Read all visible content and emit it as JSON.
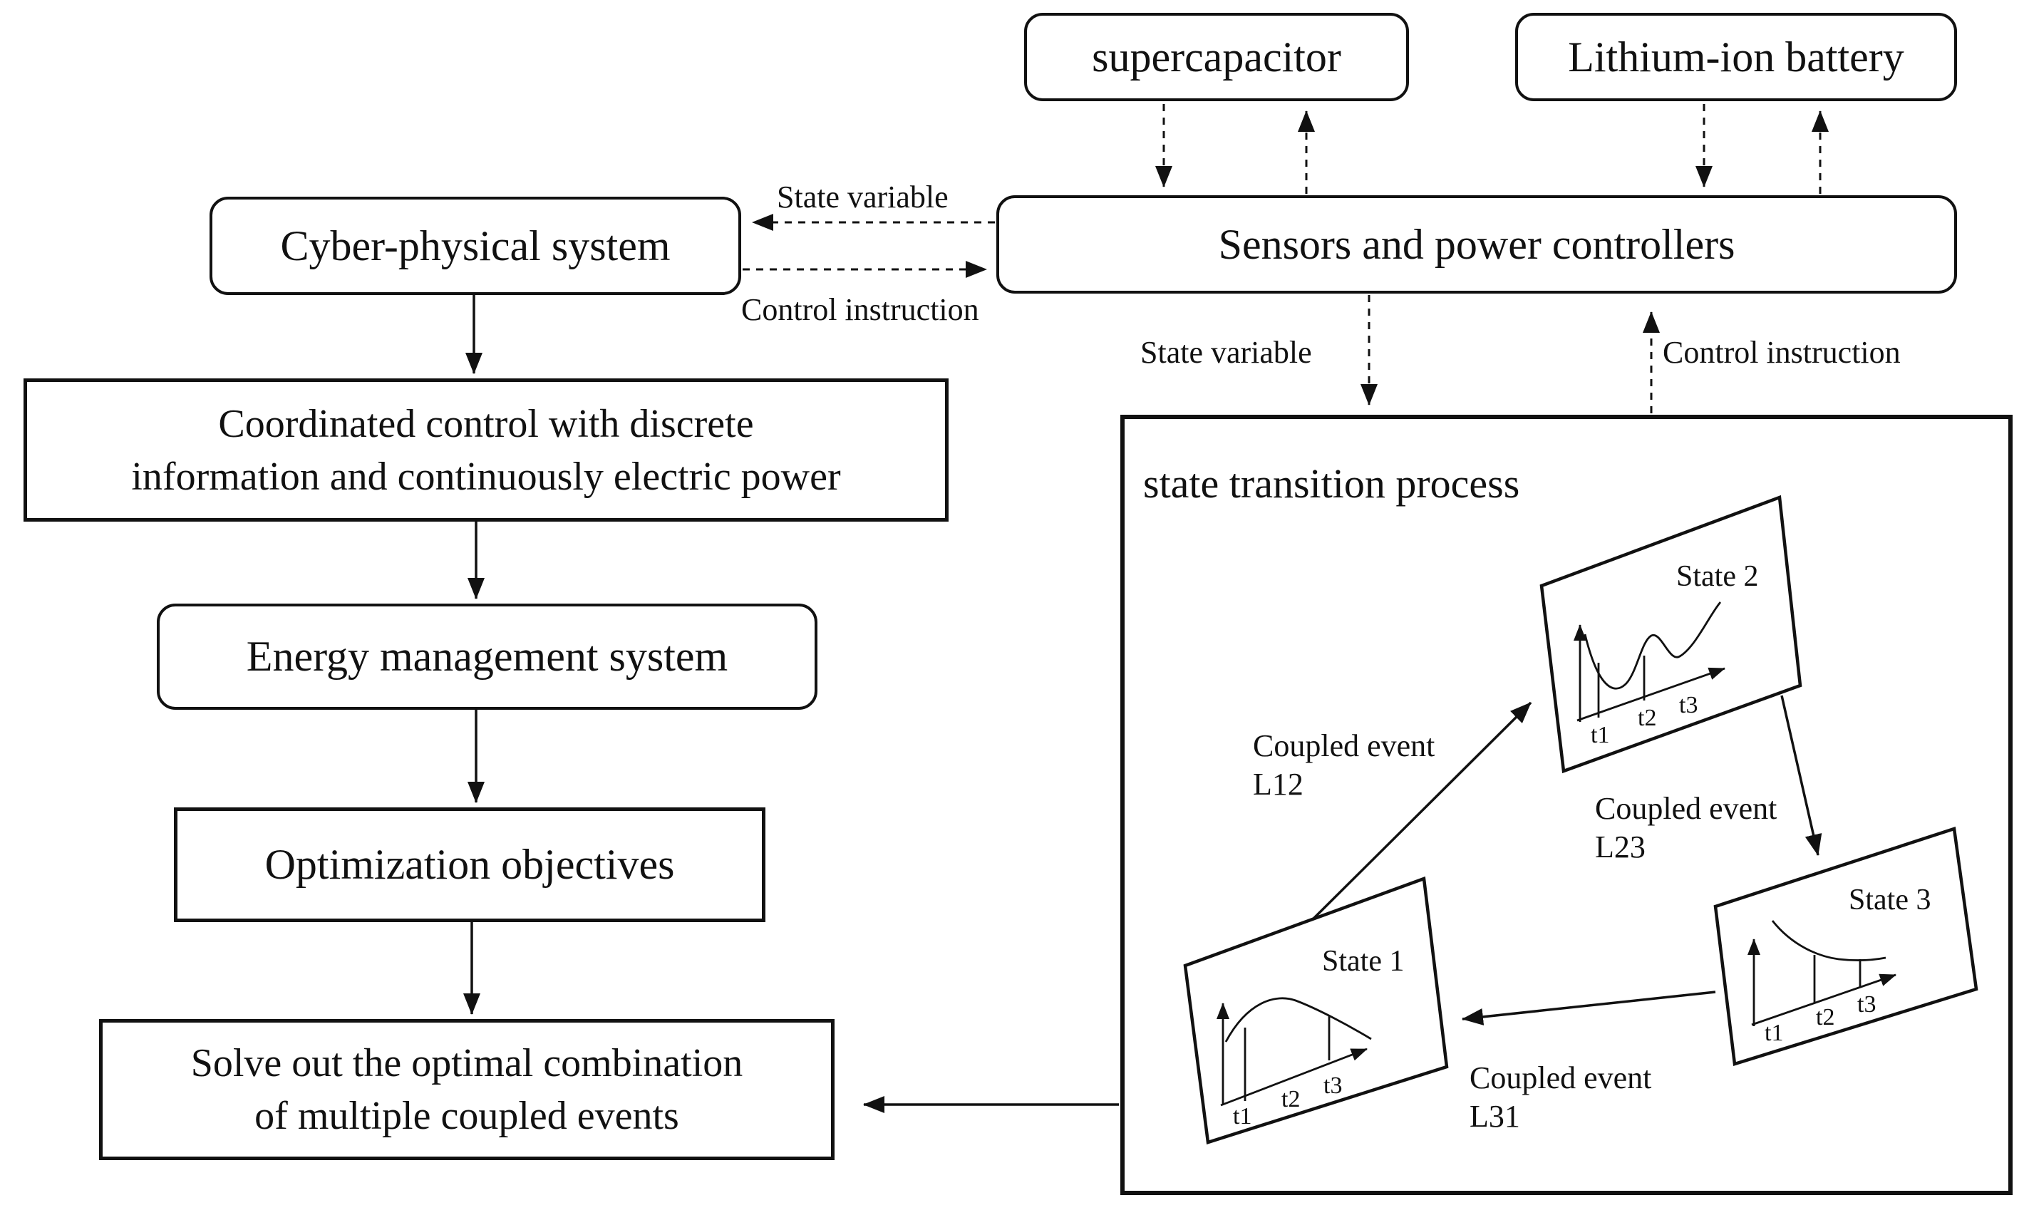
{
  "colors": {
    "line": "#111111",
    "background": "#ffffff"
  },
  "boxes": {
    "supercapacitor": "supercapacitor",
    "lithium_battery": "Lithium-ion battery",
    "cyber_physical": "Cyber-physical system",
    "sensors": "Sensors and power controllers",
    "coordinated_line1": "Coordinated control with discrete",
    "coordinated_line2": "information and continuously electric power",
    "energy_management": "Energy management system",
    "optimization": "Optimization objectives",
    "solve_line1": "Solve out the optimal combination",
    "solve_line2": "of multiple coupled events"
  },
  "labels": {
    "state_variable_top": "State variable",
    "control_instruction_top": "Control instruction",
    "state_variable_mid": "State variable",
    "control_instruction_mid": "Control instruction"
  },
  "state_transition": {
    "title": "state transition process",
    "states": [
      {
        "name": "State 1",
        "ticks": [
          "t1",
          "t2",
          "t3"
        ]
      },
      {
        "name": "State 2",
        "ticks": [
          "t1",
          "t2",
          "t3"
        ]
      },
      {
        "name": "State 3",
        "ticks": [
          "t1",
          "t2",
          "t3"
        ]
      }
    ],
    "coupled_events": [
      {
        "line1": "Coupled event",
        "line2": "L12"
      },
      {
        "line1": "Coupled event",
        "line2": "L23"
      },
      {
        "line1": "Coupled event",
        "line2": "L31"
      }
    ]
  }
}
